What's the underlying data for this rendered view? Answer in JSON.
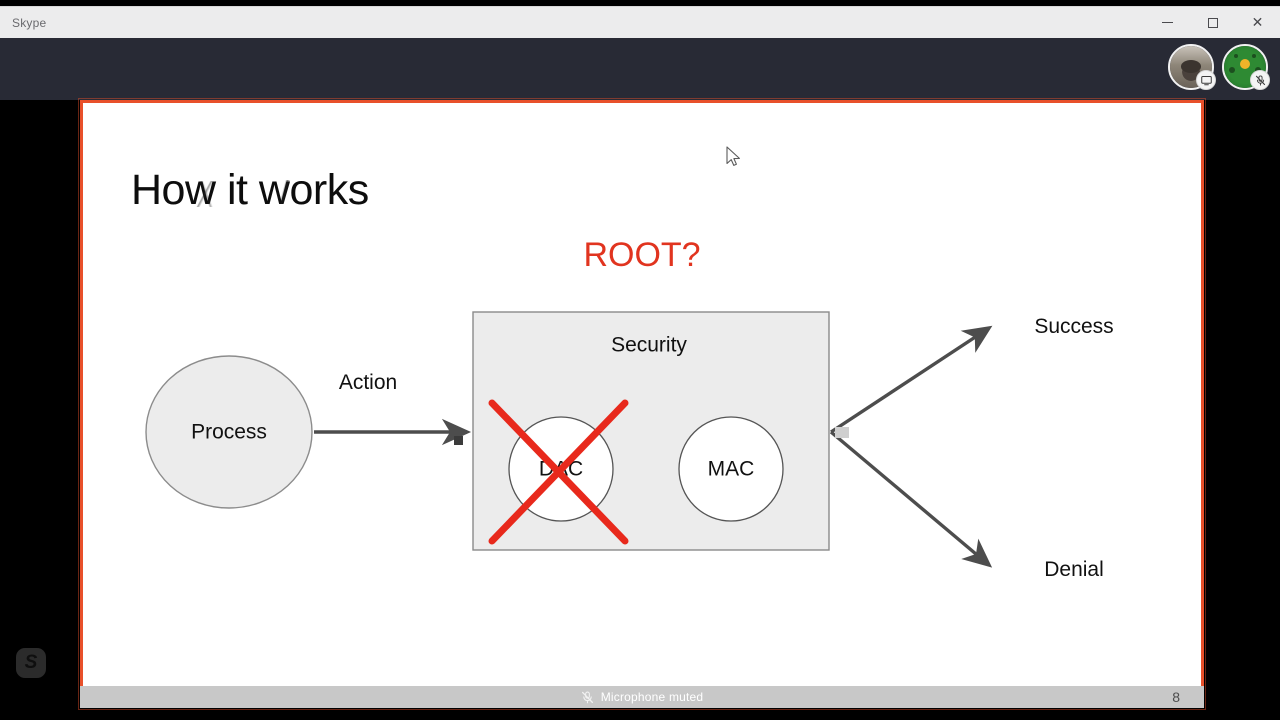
{
  "window": {
    "title": "Skype",
    "controls": [
      {
        "name": "minimize",
        "label": "–"
      },
      {
        "name": "maximize",
        "label": "□"
      },
      {
        "name": "close",
        "label": "✕"
      }
    ]
  },
  "call": {
    "participants": [
      {
        "name": "self-video-thumbnail",
        "badge_icon": "screen-share-icon",
        "badge_glyph": "❐"
      },
      {
        "name": "remote-participant-avatar",
        "badge_icon": "microphone-muted-icon",
        "badge_glyph": "⌀"
      }
    ],
    "share_border_color": "#e8502a"
  },
  "slide": {
    "title": "How it works",
    "root_label": "ROOT?",
    "root_color": "#e1341f",
    "number": "8",
    "nodes": {
      "process": {
        "label": "Process",
        "fill": "#ececec",
        "stroke": "#7a7a7a"
      },
      "security_box": {
        "label": "Security",
        "fill": "#ececec",
        "stroke": "#8a8a8a"
      },
      "dac": {
        "label": "DAC",
        "fill": "#ffffff",
        "stroke": "#555555",
        "crossed_out": true,
        "cross_color": "#e8291c"
      },
      "mac": {
        "label": "MAC",
        "fill": "#ffffff",
        "stroke": "#555555",
        "crossed_out": false
      }
    },
    "edges": {
      "action": {
        "label": "Action",
        "color": "#4d4d4d"
      },
      "success": {
        "label": "Success",
        "color": "#4d4d4d"
      },
      "denial": {
        "label": "Denial",
        "color": "#4d4d4d"
      }
    }
  },
  "status": {
    "microphone_text": "Microphone muted",
    "microphone_icon": "microphone-muted-icon"
  },
  "taskbar": {
    "skype_icon_label": "S"
  }
}
